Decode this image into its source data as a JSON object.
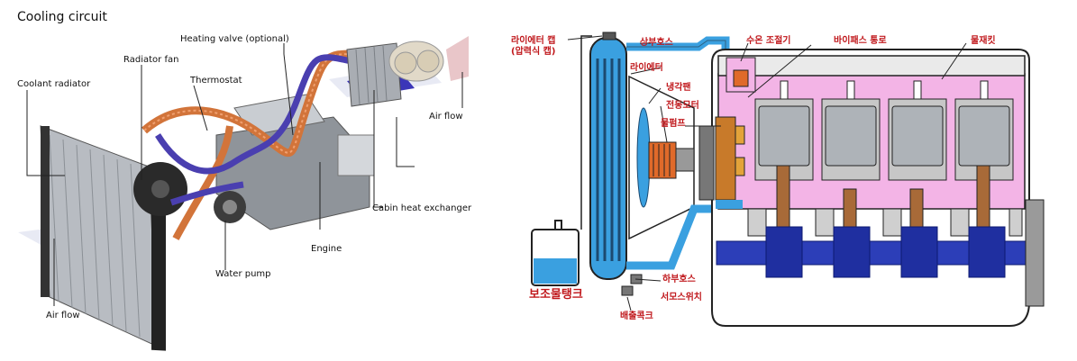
{
  "left": {
    "title": "Cooling circuit",
    "labels": {
      "heating_valve": "Heating valve (optional)",
      "radiator_fan": "Radiator fan",
      "thermostat": "Thermostat",
      "coolant_radiator": "Coolant radiator",
      "air_flow_top": "Air flow",
      "cabin_heat_exchanger": "Cabin heat exchanger",
      "engine": "Engine",
      "water_pump": "Water pump",
      "air_flow_bottom": "Air flow"
    }
  },
  "right": {
    "labels": {
      "radiator_cap": "라이에터 캡\n(압력식 캡)",
      "upper_hose": "상부호스",
      "thermostat": "수온 조절기",
      "bypass": "바이패스 통로",
      "water_jacket": "물재킷",
      "radiator": "라이에터",
      "cooling_fan": "냉각팬",
      "electric_motor": "전동모터",
      "water_pump": "물펌프",
      "reserve_tank": "보조물탱크",
      "lower_hose": "하부호스",
      "thermo_switch": "서모스위치",
      "drain_cock": "배출콕크"
    }
  },
  "colors": {
    "coolant_blue": "#3aa0e0",
    "hot_orange": "#d2743a",
    "cool_purple": "#4a3fb0",
    "water_jacket_pink": "#f3b4e6",
    "label_red": "#c0181c"
  }
}
